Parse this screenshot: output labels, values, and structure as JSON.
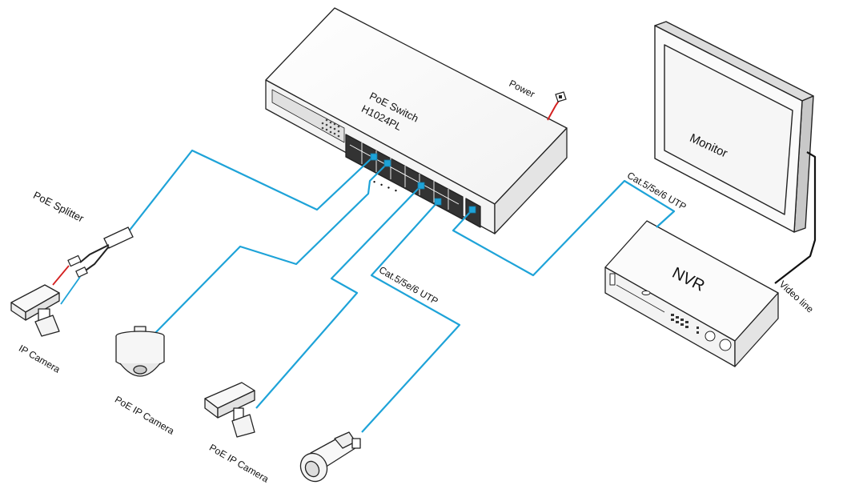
{
  "switch": {
    "line1": "PoE Switch",
    "line2": "H1024PL"
  },
  "power_label": "Power",
  "monitor_label": "Monitor",
  "nvr_label": "NVR",
  "video_line_label": "Video line",
  "cable_labels": {
    "right": "Cat.5/5e/6 UTP",
    "center": "Cat.5/5e/6 UTP"
  },
  "splitter_label": "PoE Splitter",
  "devices": {
    "ip_camera": "IP Camera",
    "poe_ptz_camera": "PoE IP Camera",
    "poe_box_camera": "PoE IP Camera"
  },
  "ellipsis": "• • • •",
  "colors": {
    "cable": "#1ea3d8",
    "power_cable": "#d42020",
    "video_cable": "#111111",
    "outline": "#222222"
  }
}
